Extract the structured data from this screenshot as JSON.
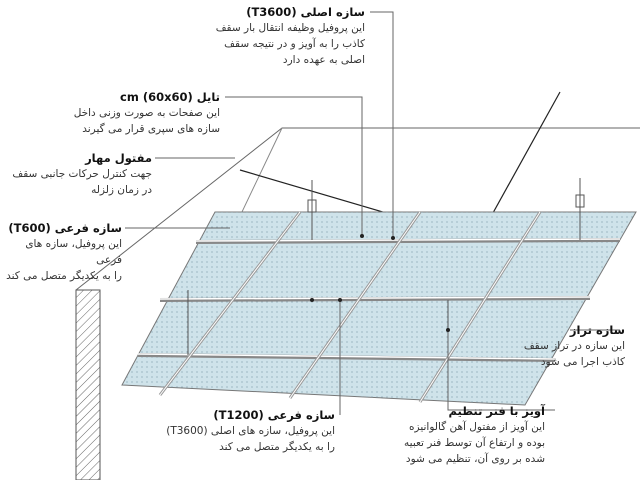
{
  "labels": {
    "main_runner": {
      "title": "سازه اصلی (T3600)",
      "lines": [
        "این پروفیل وظیفه انتقال بار سقف",
        "کاذب را به آویز و در نتیجه سقف",
        "اصلی به عهده دارد"
      ]
    },
    "tile": {
      "title": "تایل (60x60) cm",
      "lines": [
        "این صفحات به صورت وزنی داخل",
        "سازه های سپری قرار می گیرند"
      ]
    },
    "brace_wire": {
      "title": "مفتول مهار",
      "lines": [
        "جهت کنترل حرکات جانبی سقف",
        "در زمان زلزله"
      ]
    },
    "cross_t600": {
      "title": "سازه فرعی (T600)",
      "lines": [
        "این پروفیل، سازه های فرعی",
        "را به یکدیگر متصل می کند"
      ]
    },
    "wall_angle": {
      "title": "سازه تراز",
      "lines": [
        "این سازه در تراز سقف",
        "کاذب اجرا می شود"
      ]
    },
    "cross_t1200": {
      "title": "سازه فرعی (T1200)",
      "lines": [
        "این پروفیل، سازه های اصلی (T3600)",
        "را به یکدیگر متصل می کند"
      ]
    },
    "hanger": {
      "title": "آویز با فنر تنظیم",
      "lines": [
        "این آویز از مفتول آهن گالوانیزه",
        "بوده و ارتفاع آن توسط فنر تعبیه",
        "شده بر روی آن، تنظیم می شود"
      ]
    }
  },
  "colors": {
    "tile": "#cfe3ea",
    "line": "#555555"
  }
}
